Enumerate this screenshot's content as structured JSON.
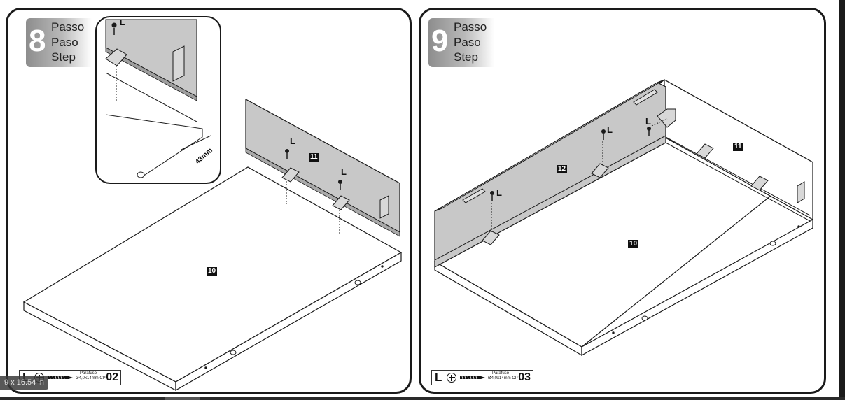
{
  "steps": [
    {
      "number": "8",
      "words": [
        "Passo",
        "Paso",
        "Step"
      ],
      "part_tags": [
        "11",
        "10"
      ],
      "screw_letter": "L",
      "dimension": "43mm",
      "hardware": {
        "letter": "L",
        "name": "Parafuso",
        "spec": "Ø4,0x14mm CP",
        "qty": "02"
      }
    },
    {
      "number": "9",
      "words": [
        "Passo",
        "Paso",
        "Step"
      ],
      "part_tags": [
        "11",
        "12",
        "10"
      ],
      "screw_letter": "L",
      "hardware": {
        "letter": "L",
        "name": "Parafuso",
        "spec": "Ø4,0x14mm CP",
        "qty": "03"
      }
    }
  ],
  "viewer": {
    "status_text": "9 x 16.54 in"
  },
  "colors": {
    "panel_fill": "#c8c8c8",
    "outline": "#1a1a1a",
    "tag_bg": "#111111"
  }
}
